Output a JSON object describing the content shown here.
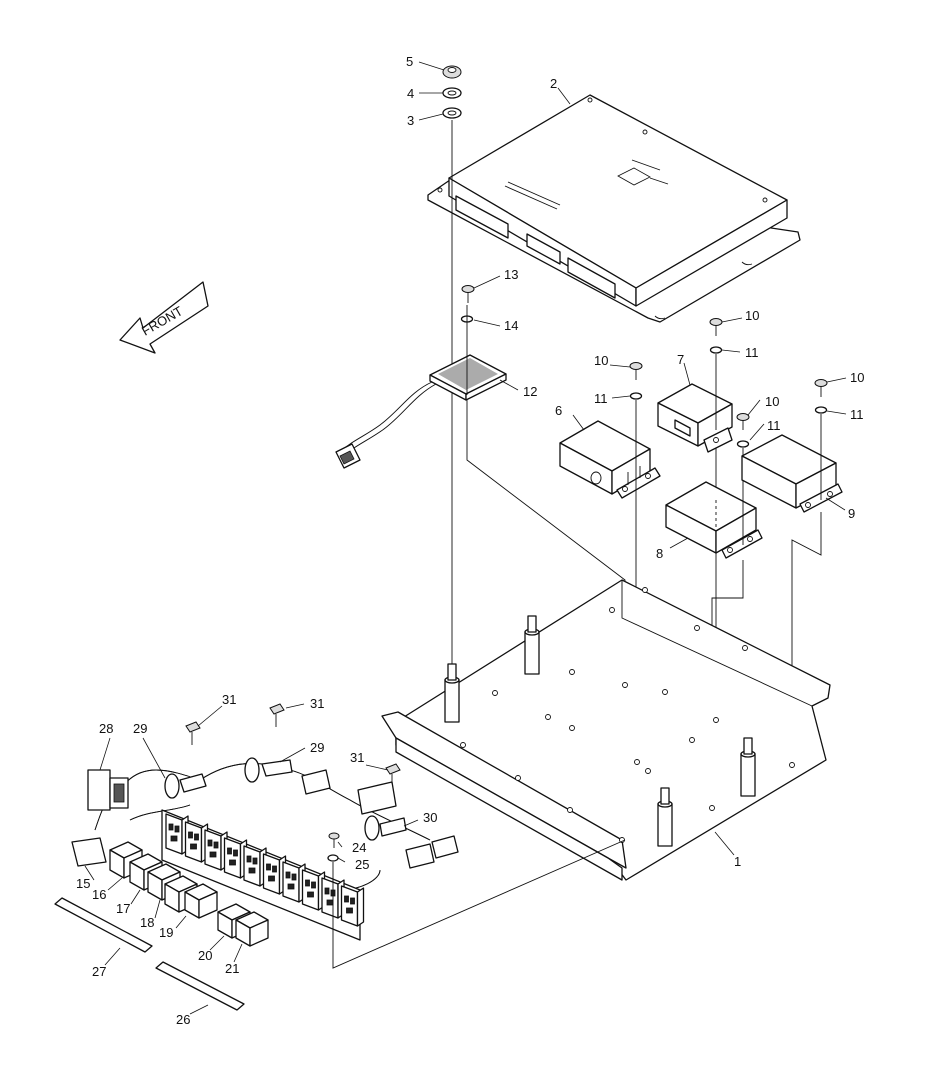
{
  "diagram": {
    "front_label": "FRONT",
    "callouts": [
      {
        "id": "c1",
        "text": "1"
      },
      {
        "id": "c2",
        "text": "2"
      },
      {
        "id": "c3",
        "text": "3"
      },
      {
        "id": "c4",
        "text": "4"
      },
      {
        "id": "c5",
        "text": "5"
      },
      {
        "id": "c6",
        "text": "6"
      },
      {
        "id": "c7",
        "text": "7"
      },
      {
        "id": "c8",
        "text": "8"
      },
      {
        "id": "c9",
        "text": "9"
      },
      {
        "id": "c10a",
        "text": "10"
      },
      {
        "id": "c10b",
        "text": "10"
      },
      {
        "id": "c10c",
        "text": "10"
      },
      {
        "id": "c10d",
        "text": "10"
      },
      {
        "id": "c11a",
        "text": "11"
      },
      {
        "id": "c11b",
        "text": "11"
      },
      {
        "id": "c11c",
        "text": "11"
      },
      {
        "id": "c11d",
        "text": "11"
      },
      {
        "id": "c12",
        "text": "12"
      },
      {
        "id": "c13",
        "text": "13"
      },
      {
        "id": "c14",
        "text": "14"
      },
      {
        "id": "c15",
        "text": "15"
      },
      {
        "id": "c16",
        "text": "16"
      },
      {
        "id": "c17",
        "text": "17"
      },
      {
        "id": "c18",
        "text": "18"
      },
      {
        "id": "c19",
        "text": "19"
      },
      {
        "id": "c20",
        "text": "20"
      },
      {
        "id": "c21",
        "text": "21"
      },
      {
        "id": "c24",
        "text": "24"
      },
      {
        "id": "c25",
        "text": "25"
      },
      {
        "id": "c26",
        "text": "26"
      },
      {
        "id": "c27",
        "text": "27"
      },
      {
        "id": "c28",
        "text": "28"
      },
      {
        "id": "c29a",
        "text": "29"
      },
      {
        "id": "c29b",
        "text": "29"
      },
      {
        "id": "c30",
        "text": "30"
      },
      {
        "id": "c31a",
        "text": "31"
      },
      {
        "id": "c31b",
        "text": "31"
      },
      {
        "id": "c31c",
        "text": "31"
      }
    ]
  }
}
